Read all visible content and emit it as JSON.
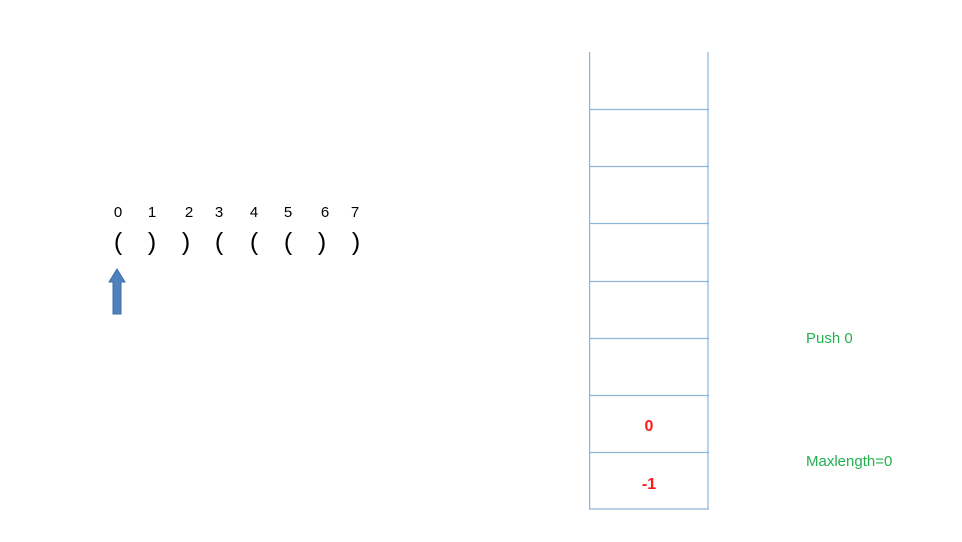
{
  "indices": [
    "0",
    "1",
    "2",
    "3",
    "4",
    "5",
    "6",
    "7"
  ],
  "chars": [
    "(",
    ")",
    ")",
    "(",
    "(",
    "(",
    ")",
    ")"
  ],
  "pointer_index": 0,
  "stack": {
    "top_value": "0",
    "bottom_value": "-1"
  },
  "notes": {
    "action": "Push 0",
    "maxlength": "Maxlength=0"
  },
  "colors": {
    "note": "#22b04e",
    "stack_value": "#ff1a1a",
    "stack_line": "#8eb4d8",
    "arrow": "#4f81bd"
  }
}
